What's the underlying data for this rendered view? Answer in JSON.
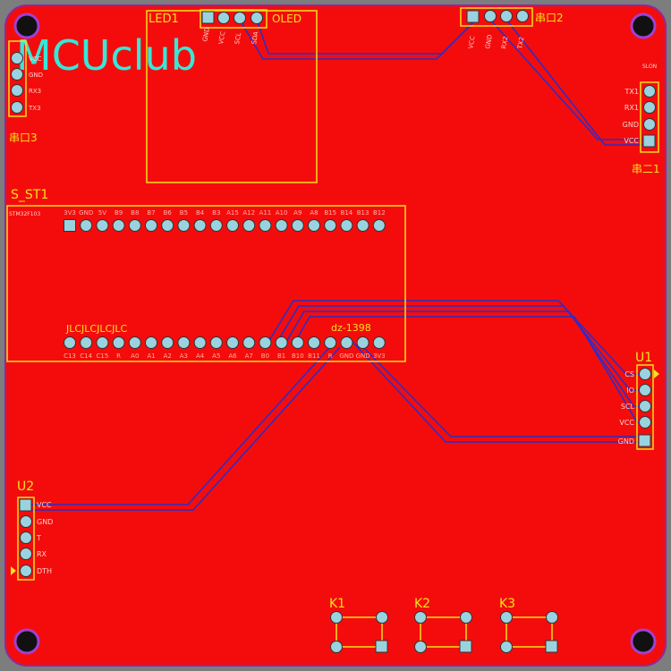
{
  "logo": "MCUclub",
  "led1": {
    "ref": "LED1",
    "name": "OLED",
    "pins": [
      "GND",
      "VCC",
      "SCL",
      "SDA"
    ]
  },
  "uart2": {
    "ref": "串口2",
    "pins": [
      "VCC",
      "GND",
      "RX2",
      "TX2"
    ]
  },
  "uart3": {
    "ref": "串口3",
    "pins": [
      "VCC",
      "GND",
      "RX3",
      "TX3"
    ]
  },
  "uart1": {
    "ref": "串二1",
    "header": "SLON",
    "pins": [
      "TX1",
      "RX1",
      "GND",
      "VCC"
    ]
  },
  "s_st1": {
    "ref": "S_ST1",
    "header": "STM32F103",
    "text1": "JLCJLCJLCJLC",
    "text2": "dz-1398",
    "top_pins": [
      "3V3",
      "GND",
      "5V",
      "B9",
      "B8",
      "B7",
      "B6",
      "B5",
      "B4",
      "B3",
      "A15",
      "A12",
      "A11",
      "A10",
      "A9",
      "A8",
      "B15",
      "B14",
      "B13",
      "B12"
    ],
    "bottom_pins": [
      "C13",
      "C14",
      "C15",
      "R",
      "A0",
      "A1",
      "A2",
      "A3",
      "A4",
      "A5",
      "A6",
      "A7",
      "B0",
      "B1",
      "B10",
      "B11",
      "R",
      "GND",
      "GND",
      "3V3"
    ]
  },
  "u1": {
    "ref": "U1",
    "pins": [
      "CS",
      "IO",
      "SCL",
      "VCC",
      "GND"
    ]
  },
  "u2": {
    "ref": "U2",
    "pins": [
      "VCC",
      "GND",
      "T",
      "RX",
      "DTH"
    ]
  },
  "switches": [
    {
      "ref": "K1"
    },
    {
      "ref": "K2"
    },
    {
      "ref": "K3"
    }
  ],
  "colors": {
    "board": "#f40c0c",
    "silkscreen": "#f2e21a",
    "trace": "#2d2dc8",
    "pad": "#9ad3e0",
    "logo": "#35e8d8",
    "outline": "#8a2ba0"
  }
}
